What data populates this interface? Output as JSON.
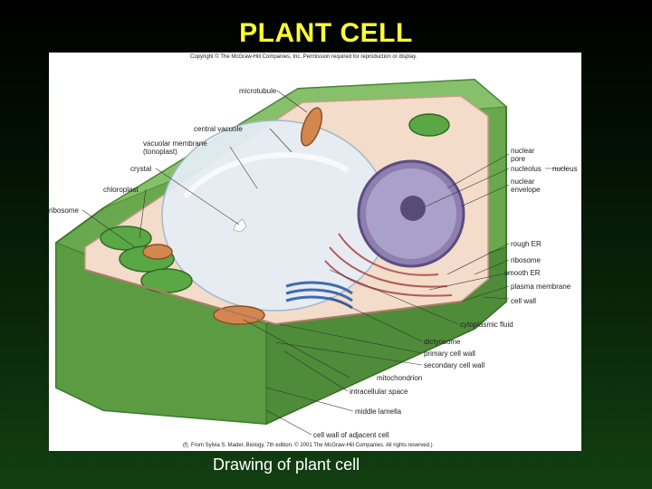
{
  "slide": {
    "title": "PLANT CELL",
    "caption": "Drawing of plant cell"
  },
  "figure": {
    "copyright": "Copyright © The McGraw-Hill Companies, Inc. Permission required for reproduction or display.",
    "source": "(f). From Sylvia S. Mader, Biology, 7th edition. © 2001 The McGraw-Hill Companies. All rights reserved.)",
    "labels": {
      "microtubule": "microtubule",
      "central_vacuole": "central vacuole",
      "vacuolar_membrane": "vacuolar membrane\n(tonoplast)",
      "crystal": "crystal",
      "chloroplast": "chloroplast",
      "ribosome_left": "ribosome",
      "nuclear_pore": "nuclear\npore",
      "nucleolus": "nucleolus",
      "nuclear_envelope": "nuclear\nenvelope",
      "nucleus": "nucleus",
      "rough_er": "rough ER",
      "ribosome_right": "ribosome",
      "smooth_er": "smooth ER",
      "plasma_membrane": "plasma membrane",
      "cell_wall": "cell wall",
      "cytoplasmic_fluid": "cytoplasmic fluid",
      "dictyosome": "dictyosome",
      "primary_cell_wall": "primary cell wall",
      "secondary_cell_wall": "secondary cell wall",
      "mitochondrion": "mitochondrion",
      "intracellular_space": "intracellular space",
      "middle_lamella": "middle lamella",
      "cell_wall_adjacent": "cell wall of adjacent cell"
    }
  }
}
